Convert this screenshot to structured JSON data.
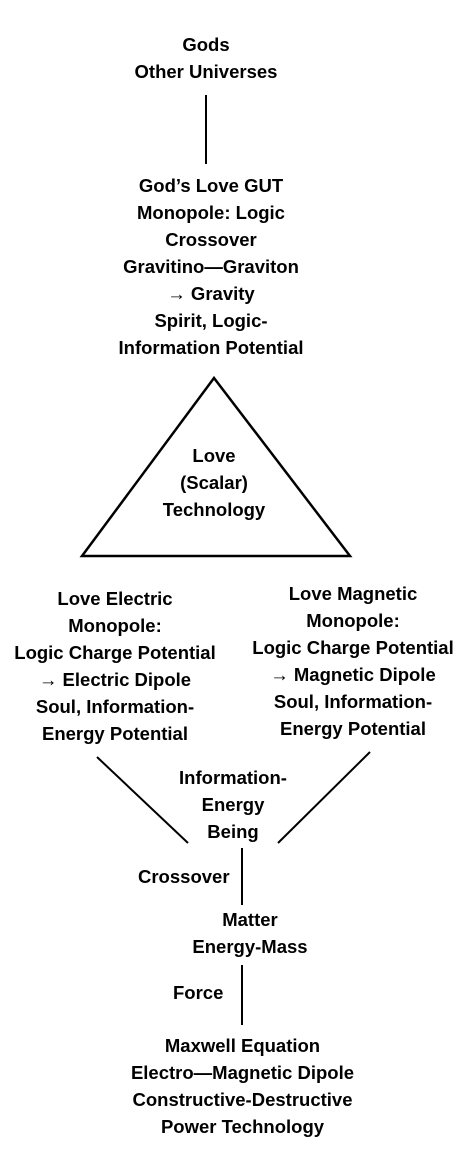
{
  "diagram": {
    "top": {
      "lines": [
        "Gods",
        "Other Universes"
      ]
    },
    "gut": {
      "lines": [
        "God’s Love GUT",
        "Monopole: Logic",
        "Crossover",
        "Gravitino—Graviton",
        "→ Gravity",
        "Spirit, Logic-",
        "Information Potential"
      ]
    },
    "triangle": {
      "lines": [
        "Love",
        "(Scalar)",
        "Technology"
      ]
    },
    "electric": {
      "lines": [
        "Love Electric",
        "Monopole:",
        "Logic Charge Potential",
        "→ Electric Dipole",
        "Soul, Information-",
        "Energy Potential"
      ]
    },
    "magnetic": {
      "lines": [
        "Love Magnetic",
        "Monopole:",
        "Logic Charge Potential",
        "→ Magnetic Dipole",
        "Soul, Information-",
        "Energy Potential"
      ]
    },
    "being": {
      "lines": [
        "Information-",
        "Energy",
        "Being"
      ]
    },
    "matter": {
      "lines": [
        "Matter",
        "Energy-Mass"
      ]
    },
    "maxwell": {
      "lines": [
        "Maxwell Equation",
        "Electro—Magnetic Dipole",
        "Constructive-Destructive",
        "Power Technology"
      ]
    },
    "edge_labels": {
      "crossover": "Crossover",
      "force": "Force"
    }
  }
}
